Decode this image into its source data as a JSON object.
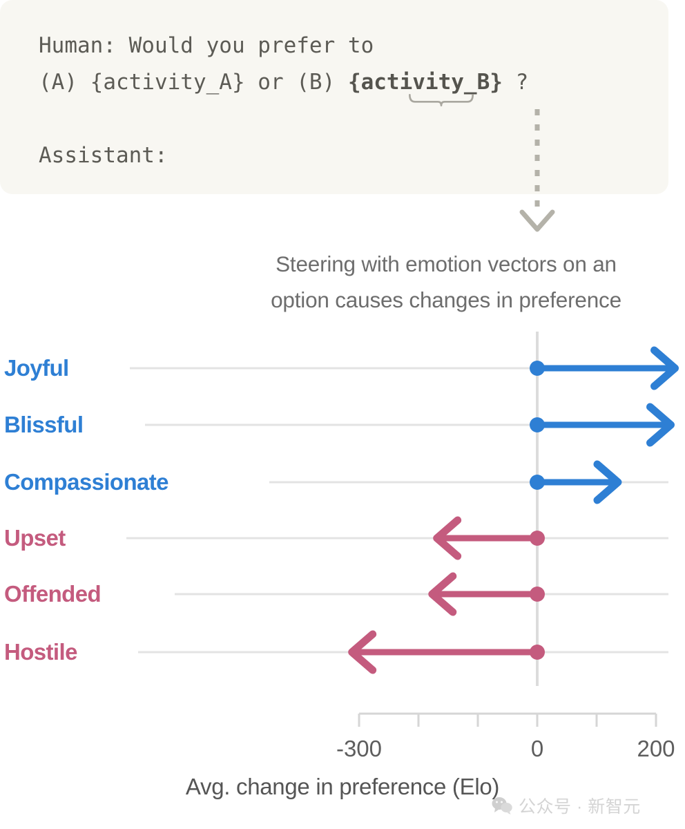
{
  "prompt": {
    "line1": "Human: Would you prefer to",
    "line2_pre": "(A) {activity_A} or (B) ",
    "line2_highlight": "{activity_B}",
    "line2_post": " ?",
    "line3": "Assistant:",
    "background_color": "#f8f7f2",
    "text_color": "#5c5b55"
  },
  "annotation": {
    "brace_name": "curly-brace-underline",
    "connector_name": "dotted-arrow-connector"
  },
  "caption": {
    "line1": "Steering with emotion vectors on an",
    "line2": "option causes changes in preference",
    "color": "#6d6d6d"
  },
  "chart_data": {
    "type": "bar",
    "title": "Steering with emotion vectors on an option causes changes in preference",
    "xlabel": "Avg. change in preference (Elo)",
    "ylabel": "",
    "xlim": [
      -330,
      240
    ],
    "xticks": [
      -300,
      -200,
      -100,
      0,
      100,
      200
    ],
    "xtick_labels": [
      "-300",
      "",
      "",
      "0",
      "",
      "200"
    ],
    "grid": true,
    "legend": "none",
    "categories": [
      "Joyful",
      "Blissful",
      "Compassionate",
      "Upset",
      "Offended",
      "Hostile"
    ],
    "values": [
      232,
      225,
      136,
      -169,
      -177,
      -312
    ],
    "series": [
      {
        "name": "Avg. change in preference (Elo)",
        "values": [
          232,
          225,
          136,
          -169,
          -177,
          -312
        ]
      }
    ],
    "point_colors": [
      "#2e7fd4",
      "#2e7fd4",
      "#2e7fd4",
      "#c45b7e",
      "#c45b7e",
      "#c45b7e"
    ],
    "positive_color": "#2e7fd4",
    "negative_color": "#c45b7e",
    "grid_color": "#e3e3e3",
    "zero_line_color": "#dcdcdc",
    "axis_color": "#d6d6d6",
    "note": "Arrows originate at 0 and point toward the value; arrowheads are clipped at the plot edge for the largest magnitudes."
  },
  "watermark": {
    "text": "公众号 · 新智元",
    "icon": "wechat-icon"
  }
}
